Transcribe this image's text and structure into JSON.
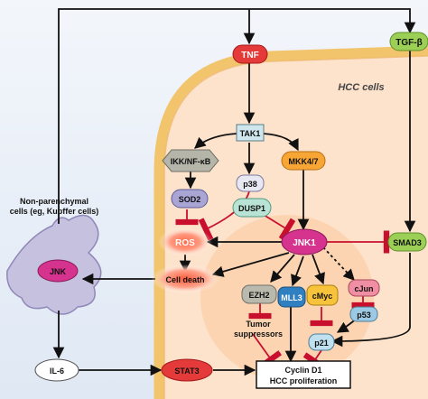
{
  "nodes": {
    "tnf": "TNF",
    "tgfb": "TGF-β",
    "hcc_cells": "HCC cells",
    "tak1": "TAK1",
    "ikk": "IKK/NF-κB",
    "p38": "p38",
    "mkk": "MKK4/7",
    "sod2": "SOD2",
    "dusp1": "DUSP1",
    "non_parenchymal_line1": "Non-parenchymal",
    "non_parenchymal_line2": "cells (eg, Kupffer cells)",
    "ros": "ROS",
    "jnk1": "JNK1",
    "smad3": "SMAD3",
    "jnk": "JNK",
    "cell_death": "Cell death",
    "ezh2": "EZH2",
    "mll3": "MLL3",
    "cmyc": "cMyc",
    "cjun": "cJun",
    "p53": "p53",
    "tumor_line1": "Tumor",
    "tumor_line2": "suppressors",
    "p21": "p21",
    "il6": "IL-6",
    "stat3": "STAT3",
    "cyclin_line1": "Cyclin D1",
    "cyclin_line2": "HCC proliferation"
  },
  "colors": {
    "activation_arrow": "#111111",
    "inhibition": "#c8102e",
    "cell_fill": "#fde3cc",
    "membrane": "#f2c46b",
    "background_fill": "#e6eef8",
    "tnf_fill": "#e53a3a",
    "tgfb_fill": "#9bcf55",
    "tak1_fill": "#cfe6ec",
    "ikk_fill": "#b5b5aa",
    "p38_fill": "#e8e8f3",
    "mkk_fill": "#f7a636",
    "sod2_fill": "#a9a6d6",
    "dusp1_fill": "#b9e3d4",
    "jnk1_fill": "#d5338e",
    "smad3_fill": "#9bcf55",
    "jnk_fill": "#d5338e",
    "ezh2_fill": "#b9b9ad",
    "mll3_fill": "#2f7fc1",
    "cmyc_fill": "#f7c33a",
    "cjun_fill": "#f08ea4",
    "p53_fill": "#9cc9e3",
    "p21_fill": "#bfe0ee",
    "stat3_fill": "#e53a3a",
    "il6_fill": "#ffffff"
  }
}
